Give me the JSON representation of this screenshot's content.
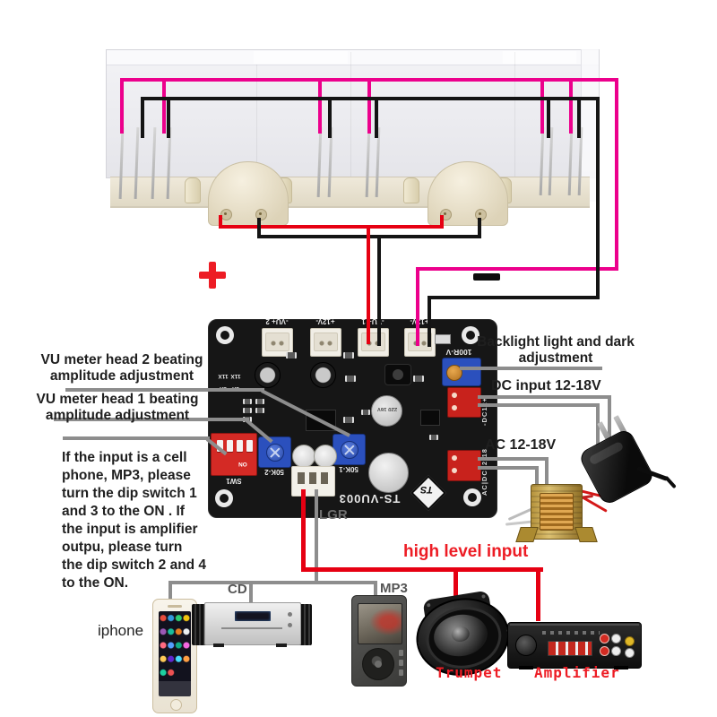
{
  "colors": {
    "magenta": "#ec008c",
    "wire_black": "#141414",
    "wire_red": "#e60012",
    "callout_gray": "#8d8d8d",
    "text_red": "#ed1c24",
    "text_dark": "#1f1f1f",
    "pcb_black": "#161616",
    "dip_red": "#d42a25",
    "trimmer_blue": "#2b50bd",
    "connector_red": "#c8221c",
    "silk_white": "#e8e8e8",
    "label_gray": "#6f6f6f"
  },
  "symbols": {
    "positive": "+",
    "negative": "−"
  },
  "pcb": {
    "connector_labels": [
      "-VU+ 2",
      "+12V-",
      "-VU+ 1",
      "+12V-"
    ],
    "backlight_pot_label": "100R-V",
    "pot_left_label": "50K-2",
    "pot_right_label": "50K-1",
    "dip_label": "SW1",
    "dip_on": "ON",
    "gain_labels": [
      "11X",
      "11X",
      "1X",
      "1X"
    ],
    "board_name": "TS-VU003",
    "logo": "TS",
    "side_label_dc": "-DC12+",
    "side_label_ac": "AC|DC12-18",
    "cap_label": "220 16V",
    "output_label": "LGR"
  },
  "annotations": {
    "vu2": [
      "VU meter head 2 beating",
      "amplitude adjustment"
    ],
    "vu1": [
      "VU meter head 1 beating",
      "amplitude adjustment"
    ],
    "dip_note": [
      "If the input is a cell",
      "phone, MP3, please",
      "turn the dip switch 1",
      "and 3 to the ON . If",
      "the input is amplifier",
      "outpu, please turn",
      "the dip switch 2 and 4",
      "to the ON."
    ],
    "backlight": [
      "Backlight light and dark",
      "adjustment"
    ],
    "dc_input": "DC input 12-18V",
    "ac_input": "AC 12-18V",
    "high_level": "high level input"
  },
  "devices": {
    "iphone": "iphone",
    "cd": "CD",
    "mp3": "MP3",
    "trumpet": "Trumpet",
    "amplifier": "Amplifier"
  }
}
